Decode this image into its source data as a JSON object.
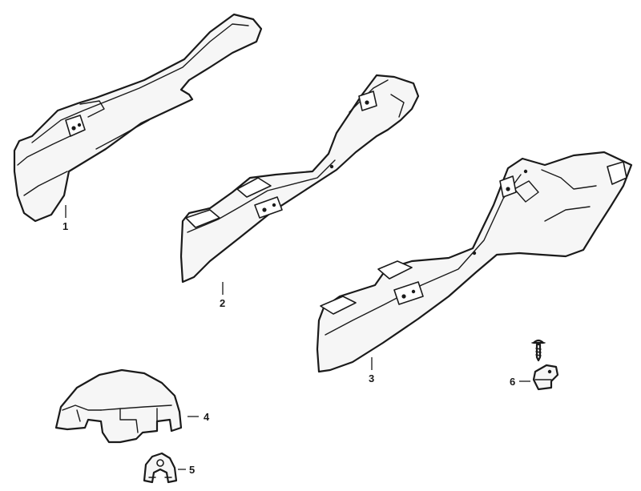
{
  "callouts": {
    "part1": "1",
    "part2": "2",
    "part3": "3",
    "part4": "4",
    "part5": "5",
    "part6": "6"
  },
  "colors": {
    "line": "#1a1a1a",
    "fill": "#f6f6f6",
    "background": "#ffffff"
  }
}
